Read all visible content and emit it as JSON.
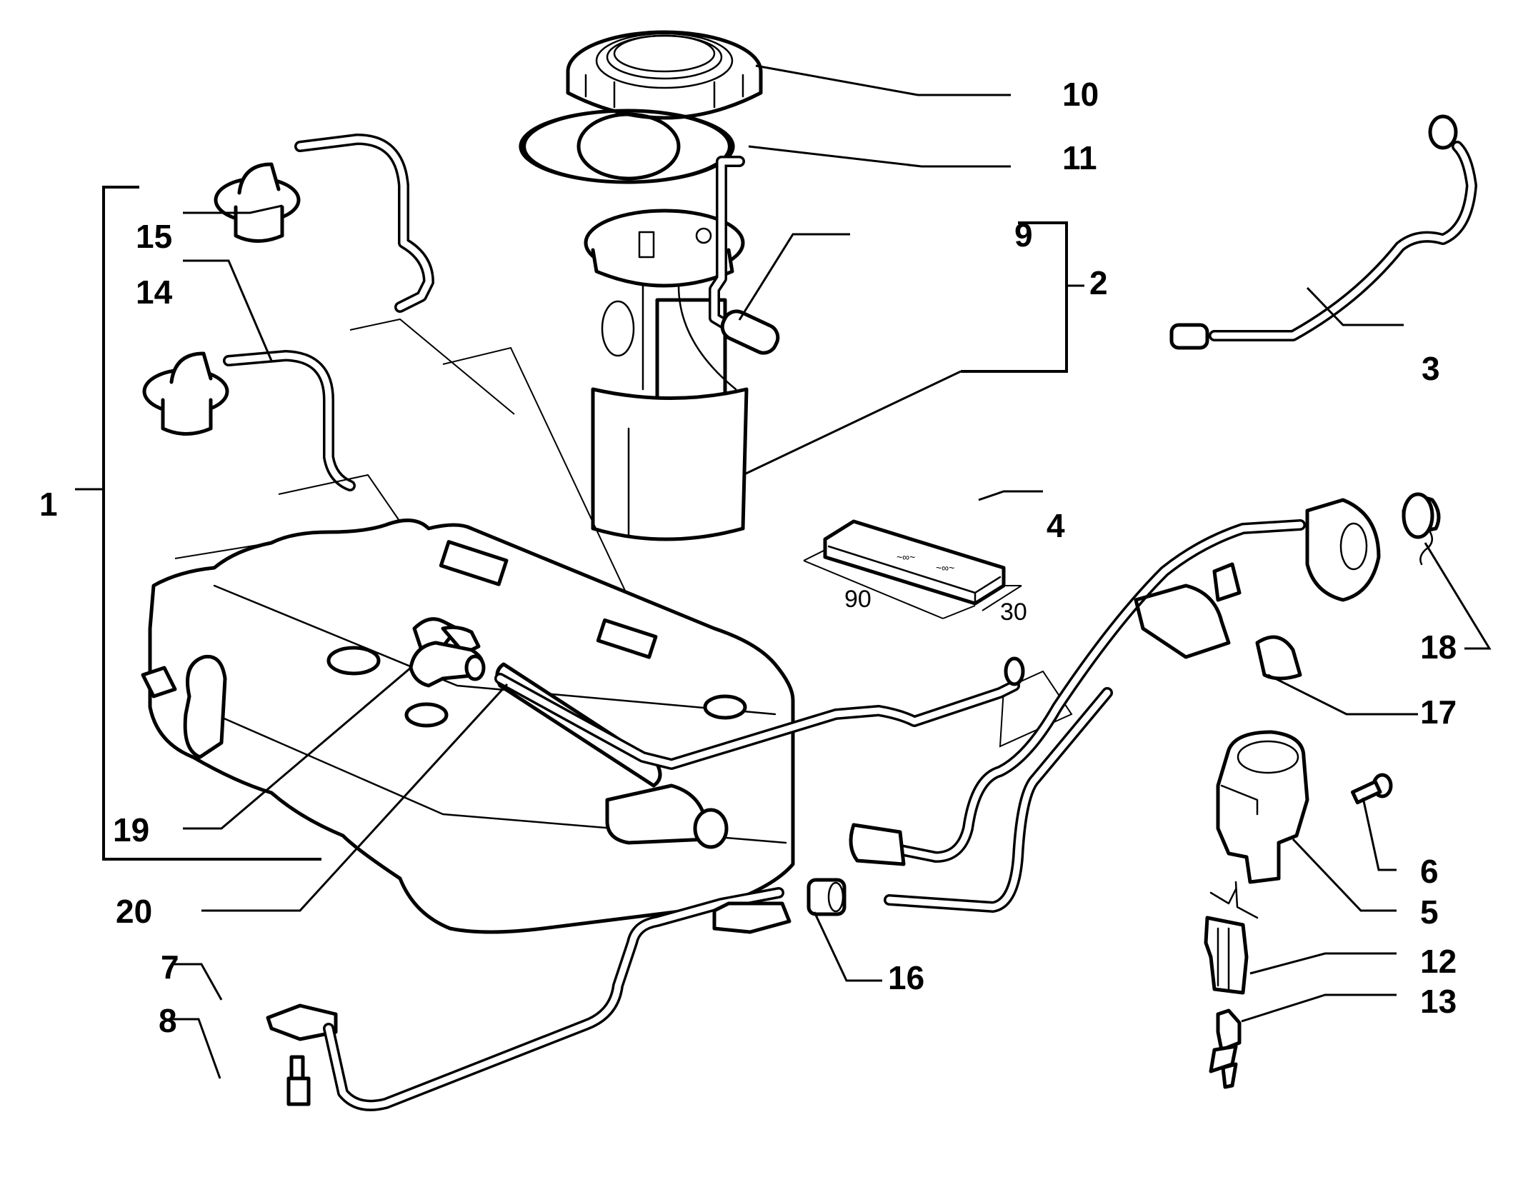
{
  "diagram": {
    "title": "Fuel tank assembly exploded parts diagram",
    "background_color": "#ffffff",
    "line_color": "#000000"
  },
  "callouts": [
    {
      "id": "1",
      "label": "1",
      "part": "fuel-tank-assembly"
    },
    {
      "id": "2",
      "label": "2",
      "part": "fuel-pump-sender-unit"
    },
    {
      "id": "3",
      "label": "3",
      "part": "fuel-delivery-pipe"
    },
    {
      "id": "4",
      "label": "4",
      "part": "adhesive-pad"
    },
    {
      "id": "5",
      "label": "5",
      "part": "solenoid-valve"
    },
    {
      "id": "6",
      "label": "6",
      "part": "screw"
    },
    {
      "id": "7",
      "label": "7",
      "part": "tank-strap"
    },
    {
      "id": "8",
      "label": "8",
      "part": "strap-bolt"
    },
    {
      "id": "9",
      "label": "9",
      "part": "fuel-level-float"
    },
    {
      "id": "10",
      "label": "10",
      "part": "lock-ring"
    },
    {
      "id": "11",
      "label": "11",
      "part": "seal-gasket"
    },
    {
      "id": "12",
      "label": "12",
      "part": "connector"
    },
    {
      "id": "13",
      "label": "13",
      "part": "terminal"
    },
    {
      "id": "14",
      "label": "14",
      "part": "vent-valve-with-pipe"
    },
    {
      "id": "15",
      "label": "15",
      "part": "vent-valve-with-pipe-upper"
    },
    {
      "id": "16",
      "label": "16",
      "part": "hose-sleeve"
    },
    {
      "id": "17",
      "label": "17",
      "part": "filler-neck"
    },
    {
      "id": "18",
      "label": "18",
      "part": "filler-cap"
    },
    {
      "id": "19",
      "label": "19",
      "part": "elbow-fitting"
    },
    {
      "id": "20",
      "label": "20",
      "part": "vent-hose"
    }
  ],
  "dimensions": {
    "length": "90",
    "width": "30"
  }
}
